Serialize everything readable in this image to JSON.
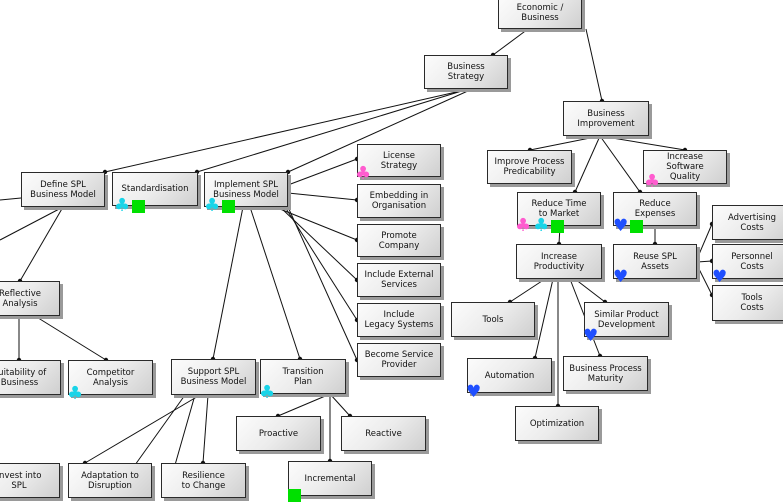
{
  "colors": {
    "club_pink": "#ff5ccf",
    "club_cyan": "#19d4e8",
    "heart_blue": "#1f4fff",
    "square_green": "#00e000"
  },
  "nodes": {
    "economic": "Economic /\nBusiness",
    "business_strategy": "Business\nStrategy",
    "business_improvement": "Business\nImprovement",
    "define_spl": "Define SPL\nBusiness Model",
    "standardisation": "Standardisation",
    "implement_spl": "Implement SPL\nBusiness Model",
    "license_strategy": "License\nStrategy",
    "embedding": "Embedding in\nOrganisation",
    "promote_company": "Promote\nCompany",
    "include_external": "Include External\nServices",
    "include_legacy": "Include\nLegacy Systems",
    "become_provider": "Become Service\nProvider",
    "improve_predictability": "Improve Process\nPredicability",
    "increase_quality": "Increase Software\nQuality",
    "reduce_ttm": "Reduce Time\nto Market",
    "reduce_expenses": "Reduce\nExpenses",
    "increase_productivity": "Increase\nProductivity",
    "reuse_spl_assets": "Reuse SPL\nAssets",
    "advertising_costs": "Advertising\nCosts",
    "personnel_costs": "Personnel\nCosts",
    "tools_costs": "Tools\nCosts",
    "reflective": "Reflective\nAnalysis",
    "suitability": "Suitability of\nBusiness",
    "competitor": "Competitor\nAnalysis",
    "support_spl": "Support SPL\nBusiness Model",
    "transition_plan": "Transition\nPlan",
    "proactive": "Proactive",
    "reactive": "Reactive",
    "incremental": "Incremental",
    "invest": "Invest into\nSPL",
    "adaptation": "Adaptation to\nDisruption",
    "resilience": "Resilience\nto Change",
    "tools": "Tools",
    "automation": "Automation",
    "optimization": "Optimization",
    "bp_maturity": "Business Process\nMaturity",
    "similar_product": "Similar Product\nDevelopment"
  }
}
